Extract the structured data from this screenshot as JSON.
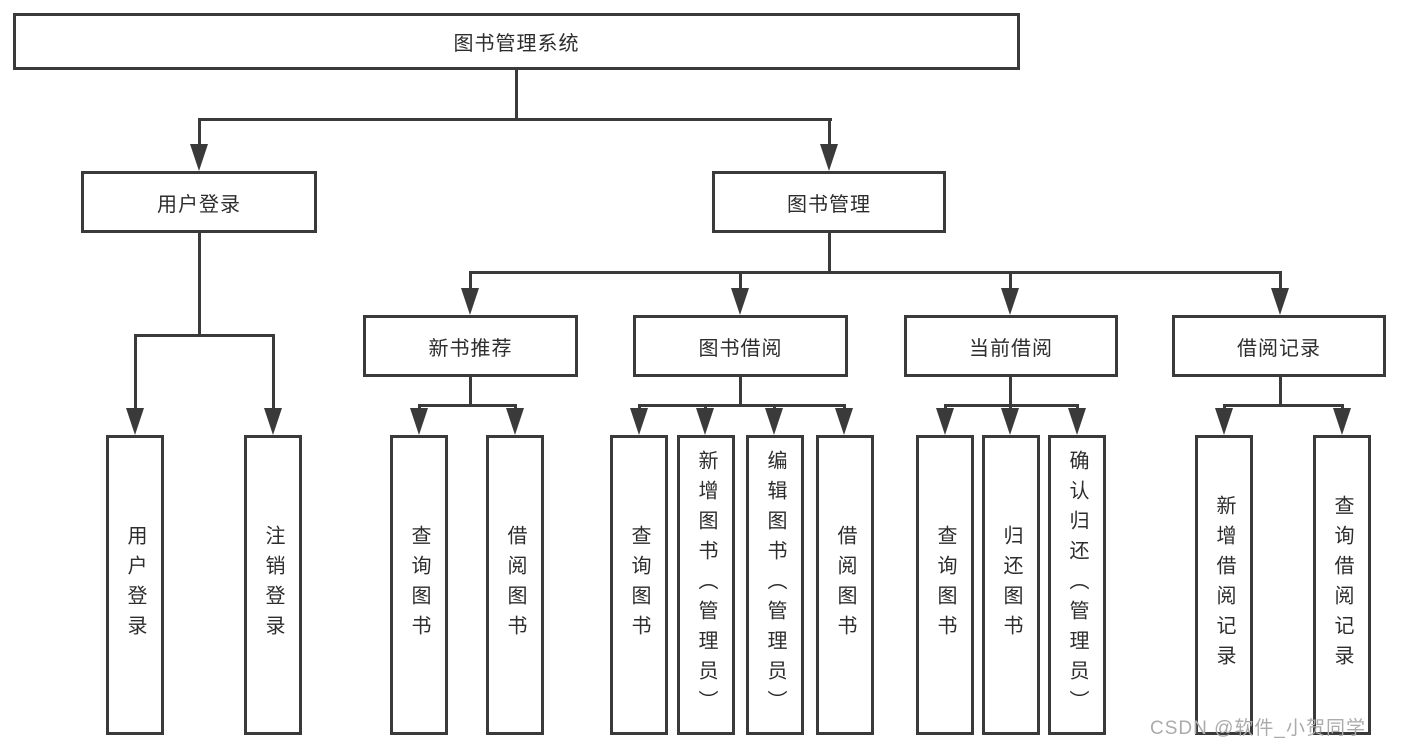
{
  "diagram": {
    "root": {
      "label": "图书管理系统"
    },
    "level1": [
      {
        "label": "用户登录"
      },
      {
        "label": "图书管理"
      }
    ],
    "level2": [
      {
        "label": "新书推荐"
      },
      {
        "label": "图书借阅"
      },
      {
        "label": "当前借阅"
      },
      {
        "label": "借阅记录"
      }
    ],
    "leaves": [
      {
        "label": "用户登录",
        "parent": "用户登录"
      },
      {
        "label": "注销登录",
        "parent": "用户登录"
      },
      {
        "label": "查询图书",
        "parent": "新书推荐"
      },
      {
        "label": "借阅图书",
        "parent": "新书推荐"
      },
      {
        "label": "查询图书",
        "parent": "图书借阅"
      },
      {
        "label": "新增图书（管理员）",
        "parent": "图书借阅"
      },
      {
        "label": "编辑图书（管理员）",
        "parent": "图书借阅"
      },
      {
        "label": "借阅图书",
        "parent": "图书借阅"
      },
      {
        "label": "查询图书",
        "parent": "当前借阅"
      },
      {
        "label": "归还图书",
        "parent": "当前借阅"
      },
      {
        "label": "确认归还（管理员）",
        "parent": "当前借阅"
      },
      {
        "label": "新增借阅记录",
        "parent": "借阅记录"
      },
      {
        "label": "查询借阅记录",
        "parent": "借阅记录"
      }
    ],
    "watermark": "CSDN @软件_小贺同学",
    "colors": {
      "line": "#3a3a3a",
      "text": "#2d2d2d",
      "watermark": "#ababab",
      "background": "#ffffff"
    }
  }
}
